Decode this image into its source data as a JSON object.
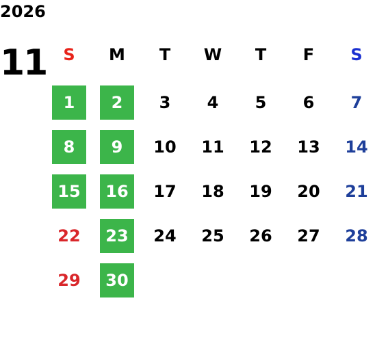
{
  "calendar": {
    "year": "2026",
    "month": "11",
    "weekdays": [
      "S",
      "M",
      "T",
      "W",
      "T",
      "F",
      "S"
    ],
    "colors": {
      "highlight": "#3cb54a",
      "sunday_header": "#e8231a",
      "saturday_header": "#1a2fd0",
      "sunday_day": "#d9262a",
      "saturday_day": "#1e3f9a"
    },
    "weeks": [
      [
        {
          "d": "1",
          "hl": true
        },
        {
          "d": "2",
          "hl": true
        },
        {
          "d": "3"
        },
        {
          "d": "4"
        },
        {
          "d": "5"
        },
        {
          "d": "6"
        },
        {
          "d": "7"
        }
      ],
      [
        {
          "d": "8",
          "hl": true
        },
        {
          "d": "9",
          "hl": true
        },
        {
          "d": "10"
        },
        {
          "d": "11"
        },
        {
          "d": "12"
        },
        {
          "d": "13"
        },
        {
          "d": "14"
        }
      ],
      [
        {
          "d": "15",
          "hl": true
        },
        {
          "d": "16",
          "hl": true
        },
        {
          "d": "17"
        },
        {
          "d": "18"
        },
        {
          "d": "19"
        },
        {
          "d": "20"
        },
        {
          "d": "21"
        }
      ],
      [
        {
          "d": "22"
        },
        {
          "d": "23",
          "hl": true
        },
        {
          "d": "24"
        },
        {
          "d": "25"
        },
        {
          "d": "26"
        },
        {
          "d": "27"
        },
        {
          "d": "28"
        }
      ],
      [
        {
          "d": "29"
        },
        {
          "d": "30",
          "hl": true
        },
        null,
        null,
        null,
        null,
        null
      ]
    ]
  }
}
